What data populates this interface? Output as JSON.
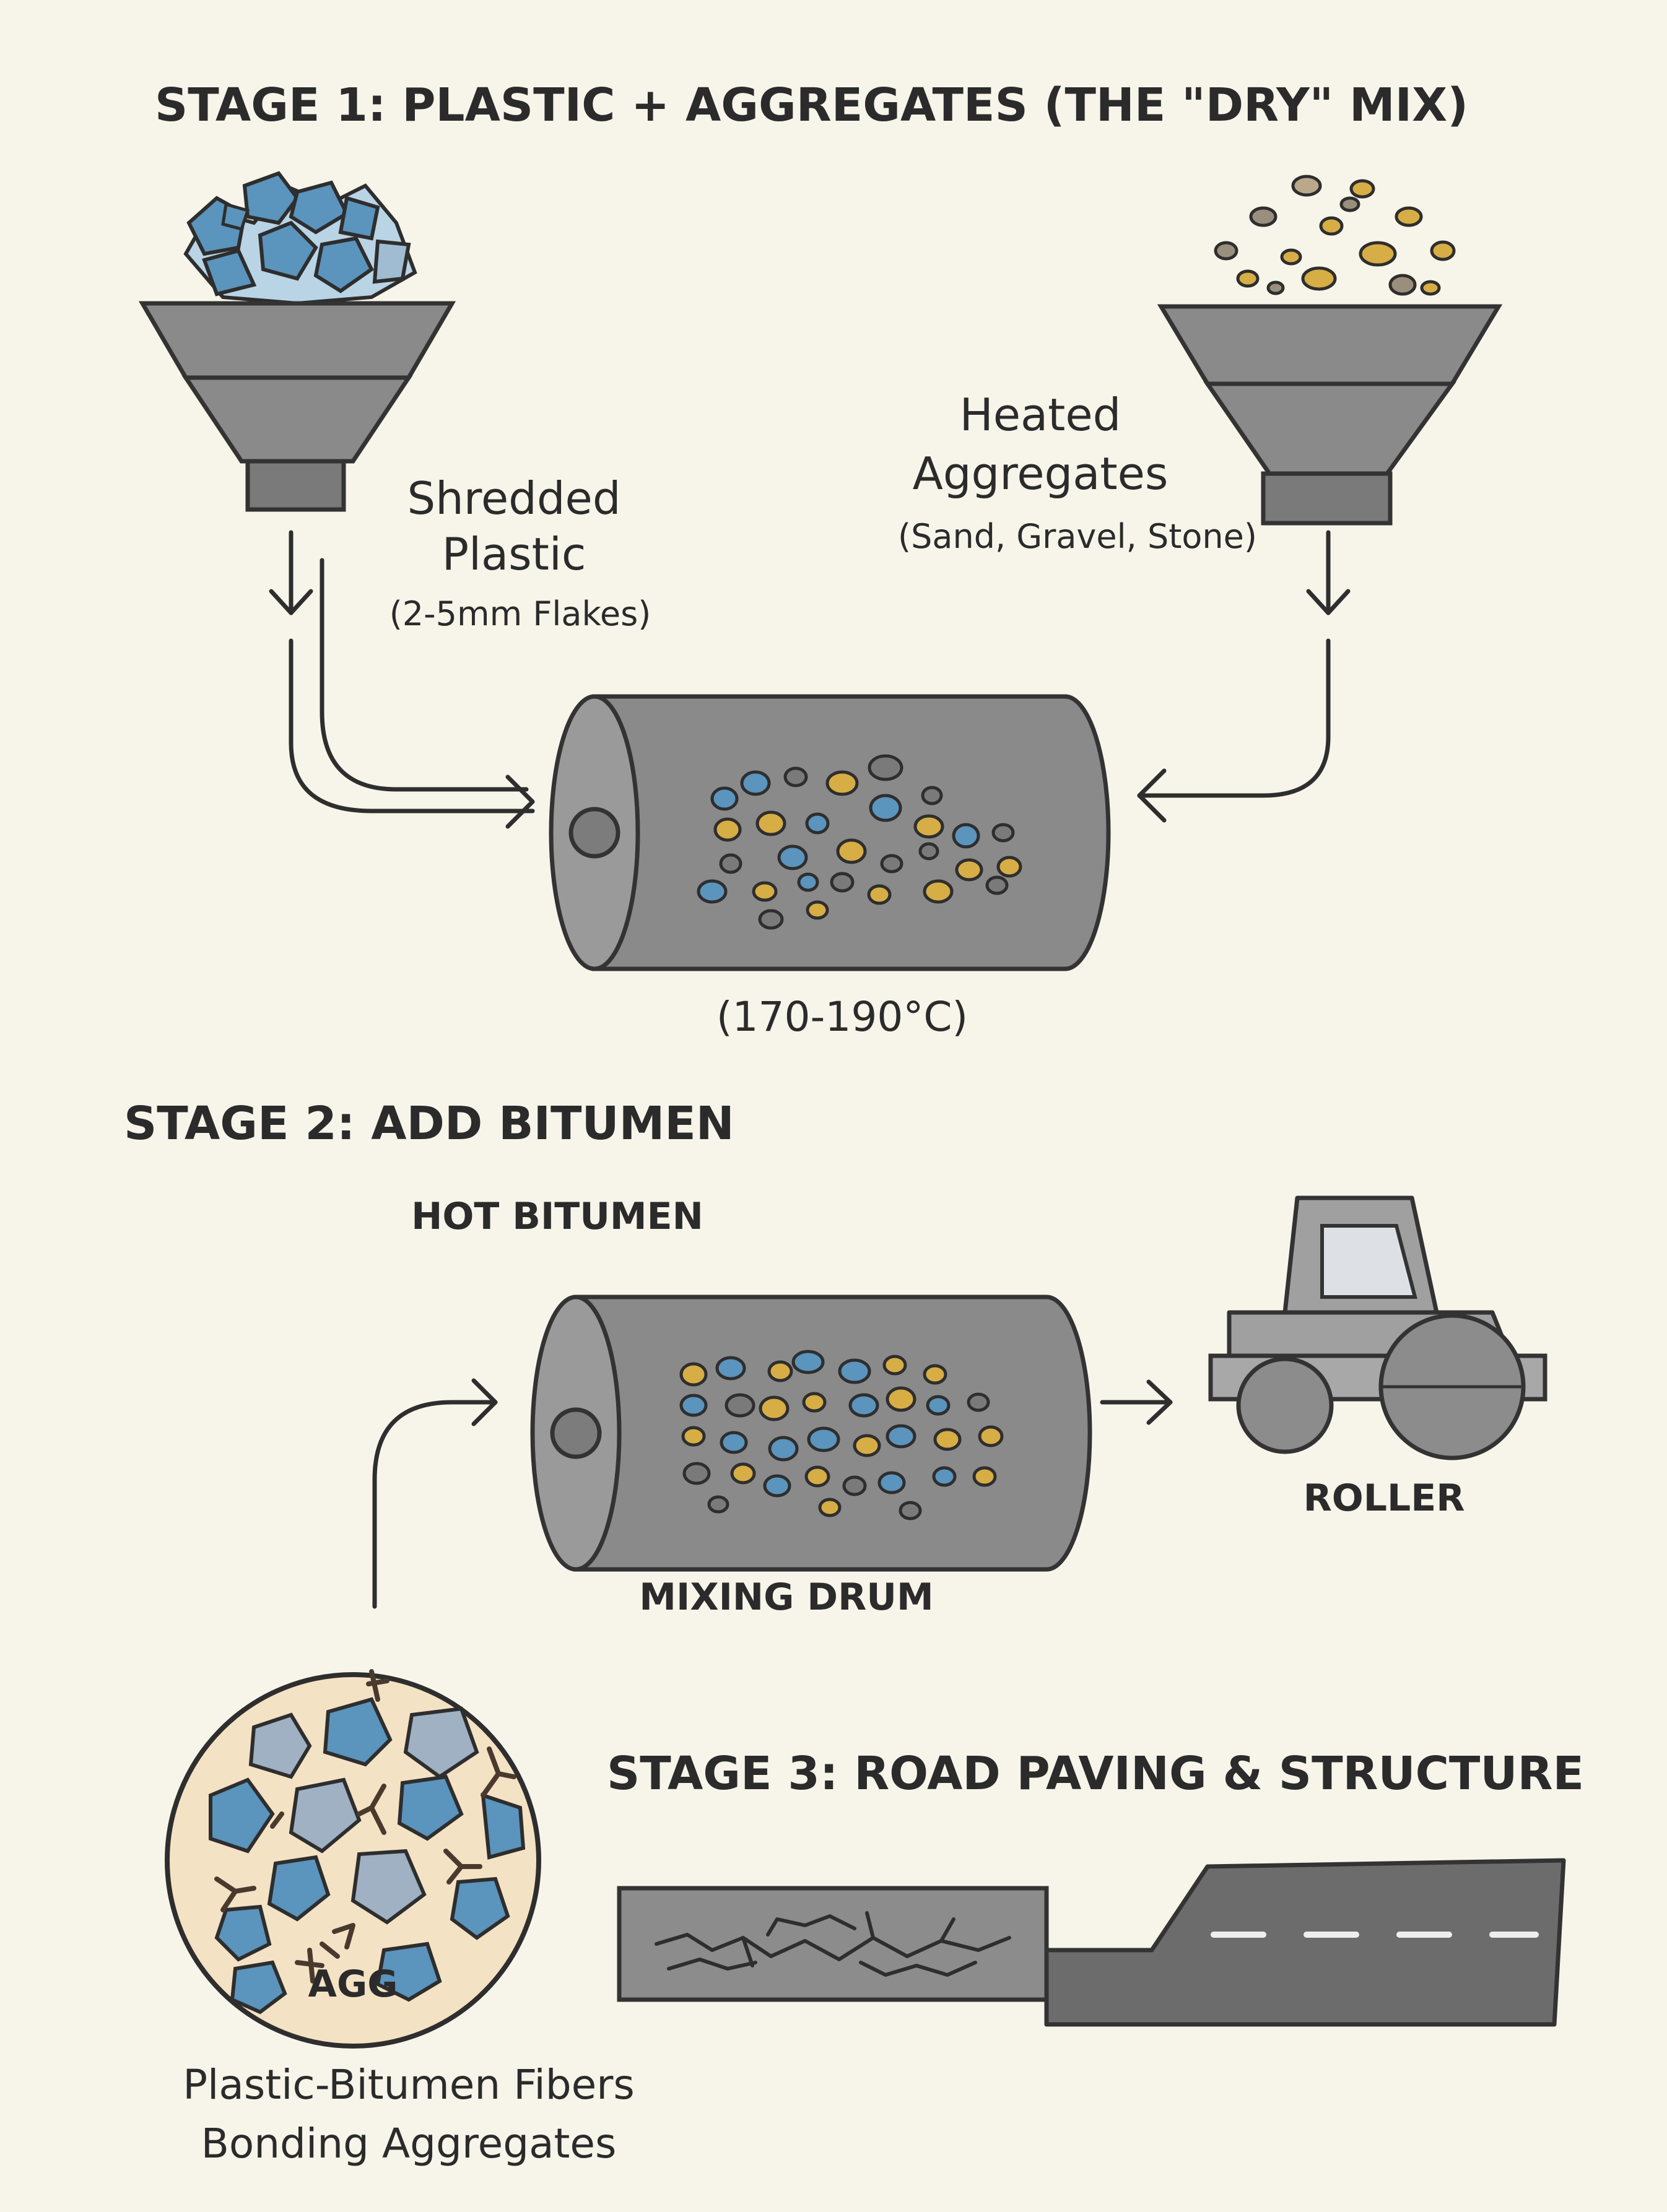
{
  "stage1": {
    "title": "STAGE 1: PLASTIC + AGGREGATES (THE \"DRY\" MIX)",
    "plastic_label_line1": "Shredded",
    "plastic_label_line2": "Plastic",
    "plastic_sublabel": "(2-5mm Flakes)",
    "aggregates_label_line1": "Heated",
    "aggregates_label_line2": "Aggregates",
    "aggregates_sublabel": "(Sand, Gravel, Stone)",
    "temperature": "(170-190°C)"
  },
  "stage2": {
    "title": "STAGE 2: ADD BITUMEN",
    "bitumen_label": "HOT BITUMEN",
    "drum_label": "MIXING DRUM",
    "roller_label": "ROLLER"
  },
  "stage3": {
    "title": "STAGE 3: ROAD PAVING & STRUCTURE",
    "detail_tag": "AGG",
    "detail_caption_line1": "Plastic-Bitumen Fibers",
    "detail_caption_line2": "Bonding Aggregates"
  },
  "colors": {
    "background": "#f7f5ea",
    "plastic_blue": "#5b94bd",
    "aggregate_yellow": "#d7ad45",
    "drum_gray": "#8a8a8a",
    "asphalt": "#6c6c6c",
    "detail_fill": "#f4e2c4"
  }
}
